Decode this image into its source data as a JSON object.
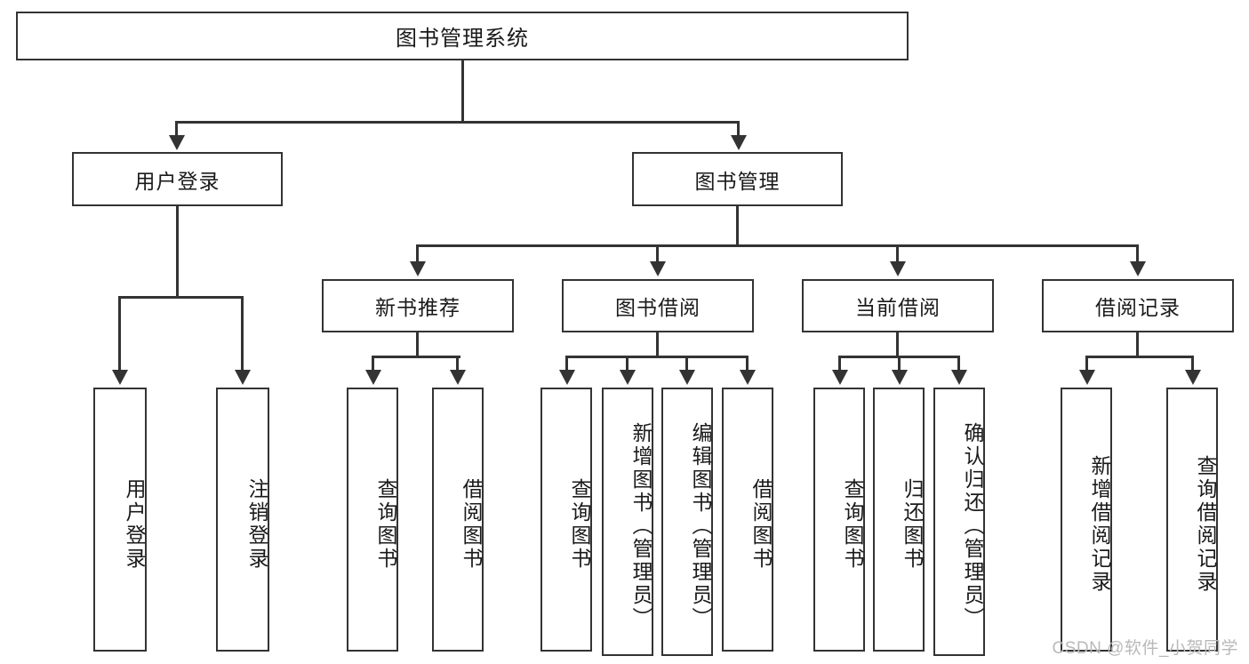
{
  "diagram": {
    "type": "tree-hierarchy-chart",
    "title": "图书管理系统",
    "root": {
      "label": "图书管理系统"
    },
    "level2": [
      {
        "label": "用户登录"
      },
      {
        "label": "图书管理"
      }
    ],
    "level3": [
      {
        "label": "新书推荐"
      },
      {
        "label": "图书借阅"
      },
      {
        "label": "当前借阅"
      },
      {
        "label": "借阅记录"
      }
    ],
    "leaves": {
      "user_login": [
        {
          "label": "用户登录"
        },
        {
          "label": "注销登录"
        }
      ],
      "new_book_recommend": [
        {
          "label": "查询图书"
        },
        {
          "label": "借阅图书"
        }
      ],
      "book_borrow": [
        {
          "label": "查询图书"
        },
        {
          "label": "新增图书（管理员）"
        },
        {
          "label": "编辑图书（管理员）"
        },
        {
          "label": "借阅图书"
        }
      ],
      "current_borrow": [
        {
          "label": "查询图书"
        },
        {
          "label": "归还图书"
        },
        {
          "label": "确认归还（管理员）"
        }
      ],
      "borrow_record": [
        {
          "label": "新增借阅记录"
        },
        {
          "label": "查询借阅记录"
        }
      ]
    }
  },
  "watermark": {
    "text": "CSDN @软件_小贺同学"
  },
  "colors": {
    "stroke": "#333333",
    "background": "#ffffff",
    "text": "#1a1a1a",
    "watermark": "#b9b9b9"
  }
}
